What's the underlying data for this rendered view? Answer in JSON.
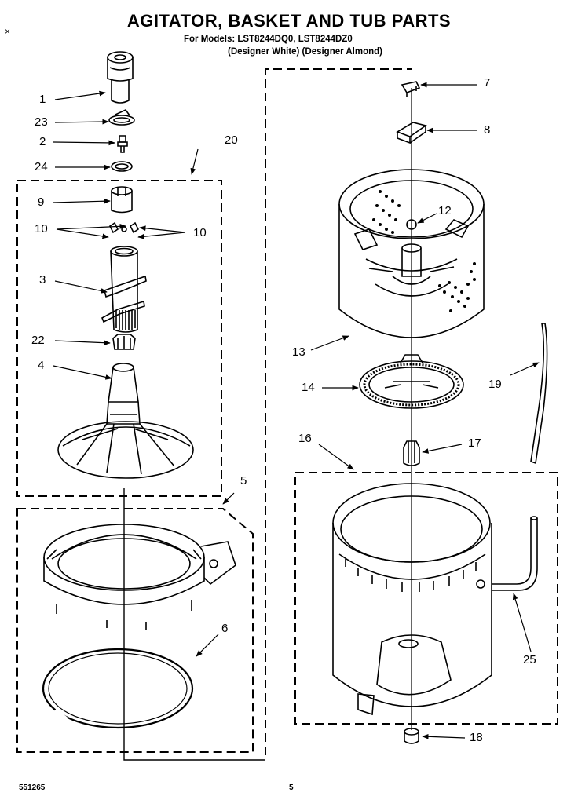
{
  "header": {
    "title": "AGITATOR, BASKET AND TUB PARTS",
    "models_line": "For Models: LST8244DQ0, LST8244DZ0",
    "variants_line": "(Designer White) (Designer Almond)"
  },
  "callouts": {
    "c1": "1",
    "c23": "23",
    "c2": "2",
    "c24": "24",
    "c20": "20",
    "c9": "9",
    "c10a": "10",
    "c10b": "10",
    "c3": "3",
    "c22": "22",
    "c4": "4",
    "c5": "5",
    "c6": "6",
    "c7": "7",
    "c8": "8",
    "c12": "12",
    "c13": "13",
    "c14": "14",
    "c19": "19",
    "c16": "16",
    "c17": "17",
    "c25": "25",
    "c18": "18"
  },
  "footer": {
    "doc_number": "551265",
    "page_number": "5"
  },
  "corner_marks": {
    "top_left": "×"
  }
}
